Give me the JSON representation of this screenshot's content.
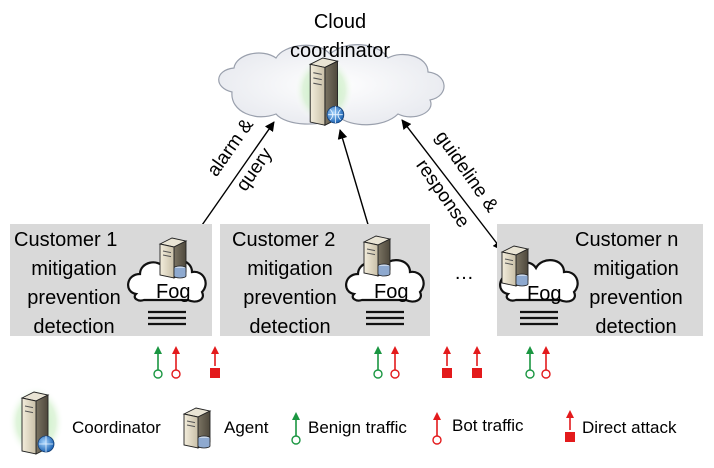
{
  "cloud": {
    "line1": "Cloud",
    "line2": "coordinator"
  },
  "edges": {
    "left_label_line1": "alarm &",
    "left_label_line2": "query",
    "right_label_line1": "guideline &",
    "right_label_line2": "response"
  },
  "customers": [
    {
      "title": "Customer 1",
      "line2": "mitigation",
      "line3": "prevention",
      "line4": "detection",
      "fog": "Fog"
    },
    {
      "title": "Customer 2",
      "line2": "mitigation",
      "line3": "prevention",
      "line4": "detection",
      "fog": "Fog"
    },
    {
      "title": "Customer n",
      "line2": "mitigation",
      "line3": "prevention",
      "line4": "detection",
      "fog": "Fog"
    }
  ],
  "ellipsis": "…",
  "legend": {
    "coordinator": "Coordinator",
    "agent": "Agent",
    "benign": "Benign traffic",
    "bot": "Bot traffic",
    "direct": "Direct attack"
  },
  "colors": {
    "benign": "#1a9641",
    "bot": "#e31a1c",
    "box": "#d9d9d9",
    "coordinator_glow": "#00b050"
  }
}
